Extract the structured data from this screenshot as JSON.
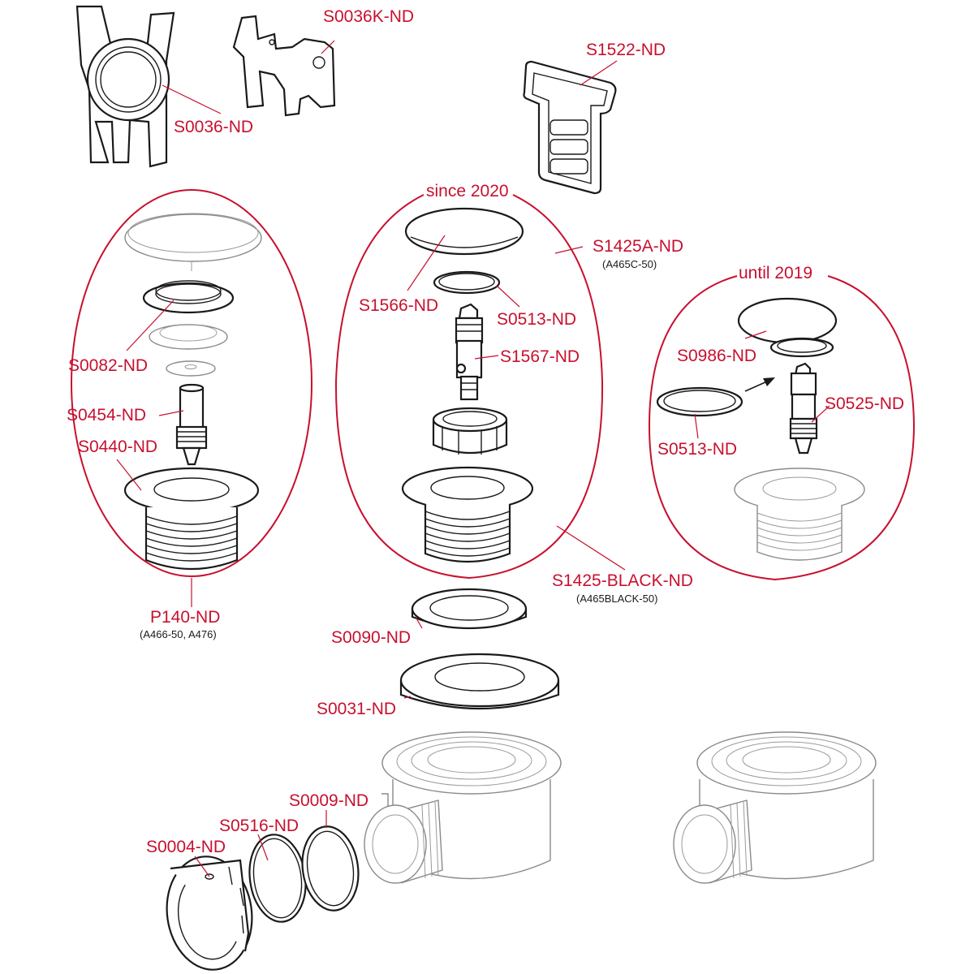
{
  "colors": {
    "accent": "#c8102e",
    "line": "#1a1a1a",
    "ghost": "#8a8a8a"
  },
  "groups": {
    "since": {
      "title": "since 2020"
    },
    "until": {
      "title": "until 2019"
    }
  },
  "labels": {
    "s0036k": "S0036K-ND",
    "s0036": "S0036-ND",
    "s1522": "S1522-ND",
    "s1425a": "S1425A-ND",
    "s1425a_sub": "(A465C-50)",
    "s1566": "S1566-ND",
    "s0513_top": "S0513-ND",
    "s1567": "S1567-ND",
    "s0986": "S0986-ND",
    "s0525": "S0525-ND",
    "s0513_right": "S0513-ND",
    "s0082": "S0082-ND",
    "s0454": "S0454-ND",
    "s0440": "S0440-ND",
    "p140": "P140-ND",
    "p140_sub": "(A466-50, A476)",
    "s1425black": "S1425-BLACK-ND",
    "s1425black_sub": "(A465BLACK-50)",
    "s0090": "S0090-ND",
    "s0031": "S0031-ND",
    "s0009": "S0009-ND",
    "s0516": "S0516-ND",
    "s0004": "S0004-ND"
  }
}
